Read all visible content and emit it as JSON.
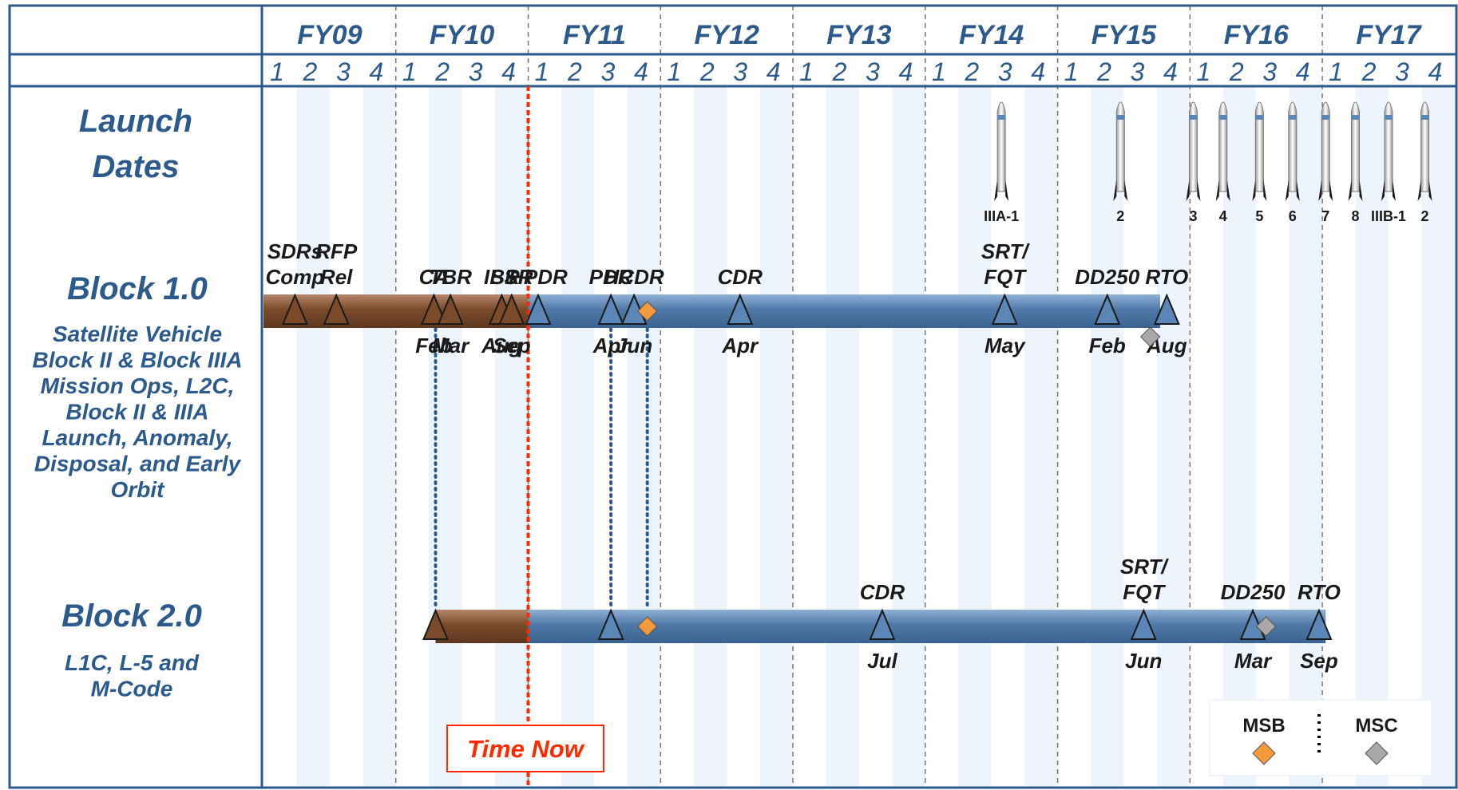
{
  "chart_data": {
    "type": "gantt-timeline",
    "fiscal_years": [
      "FY09",
      "FY10",
      "FY11",
      "FY12",
      "FY13",
      "FY14",
      "FY15",
      "FY16",
      "FY17"
    ],
    "quarters": [
      "1",
      "2",
      "3",
      "4"
    ],
    "time_now": {
      "label": "Time Now",
      "position_quarter": 8.0
    },
    "rows": {
      "launch": {
        "title_lines": [
          "Launch",
          "Dates"
        ]
      },
      "block1": {
        "title": "Block 1.0",
        "subtitle_lines": [
          "Satellite Vehicle",
          "Block II & Block IIIA",
          "Mission Ops, L2C,",
          "Block II & IIIA",
          "Launch, Anomaly,",
          "Disposal, and Early",
          "Orbit"
        ]
      },
      "block2": {
        "title": "Block 2.0",
        "subtitle_lines": [
          "L1C, L-5 and",
          "M-Code"
        ]
      }
    },
    "launches": [
      {
        "label": "IIIA-1",
        "quarter": 22.3
      },
      {
        "label": "2",
        "quarter": 25.9
      },
      {
        "label": "3",
        "quarter": 28.1
      },
      {
        "label": "4",
        "quarter": 29.0
      },
      {
        "label": "5",
        "quarter": 30.1
      },
      {
        "label": "6",
        "quarter": 31.1
      },
      {
        "label": "7",
        "quarter": 32.1
      },
      {
        "label": "8",
        "quarter": 33.0
      },
      {
        "label": "IIIB-1",
        "quarter": 34.0
      },
      {
        "label": "2",
        "quarter": 35.1
      }
    ],
    "bars": [
      {
        "row": "block1",
        "phase": "completed",
        "start": 0.0,
        "end": 8.0,
        "color": "#7a4a2a"
      },
      {
        "row": "block1",
        "phase": "planned",
        "start": 8.0,
        "end": 27.1,
        "color": "#4f79a8"
      },
      {
        "row": "block2",
        "phase": "completed",
        "start": 5.2,
        "end": 8.0,
        "color": "#7a4a2a"
      },
      {
        "row": "block2",
        "phase": "planned",
        "start": 8.0,
        "end": 32.1,
        "color": "#4f79a8"
      }
    ],
    "milestones": [
      {
        "row": "block1",
        "top_lines": [
          "SDRs",
          "Comp"
        ],
        "bottom": "",
        "quarter": 0.95,
        "kind": "complete"
      },
      {
        "row": "block1",
        "top_lines": [
          "RFP",
          "Rel"
        ],
        "bottom": "",
        "quarter": 2.2,
        "kind": "complete"
      },
      {
        "row": "block1",
        "top_lines": [
          "CA"
        ],
        "bottom": "Feb",
        "quarter": 5.15,
        "kind": "complete"
      },
      {
        "row": "block1",
        "top_lines": [
          "TBR"
        ],
        "bottom": "Mar",
        "quarter": 5.65,
        "kind": "complete"
      },
      {
        "row": "block1",
        "top_lines": [
          "IBR"
        ],
        "bottom": "Aug",
        "quarter": 7.2,
        "kind": "complete"
      },
      {
        "row": "block1",
        "top_lines": [
          "SSR"
        ],
        "bottom": "Sep",
        "quarter": 7.5,
        "kind": "complete"
      },
      {
        "row": "block1",
        "top_lines": [
          "HPDR"
        ],
        "bottom": "",
        "quarter": 8.3,
        "kind": "planned"
      },
      {
        "row": "block1",
        "top_lines": [
          "PDR"
        ],
        "bottom": "Apr",
        "quarter": 10.5,
        "kind": "planned"
      },
      {
        "row": "block1",
        "top_lines": [
          "HCDR"
        ],
        "bottom": "Jun",
        "quarter": 11.2,
        "kind": "planned"
      },
      {
        "row": "block1",
        "top_lines": [
          "CDR"
        ],
        "bottom": "Apr",
        "quarter": 14.4,
        "kind": "planned"
      },
      {
        "row": "block1",
        "top_lines": [
          "SRT/",
          "FQT"
        ],
        "bottom": "May",
        "quarter": 22.4,
        "kind": "planned"
      },
      {
        "row": "block1",
        "top_lines": [
          "DD250"
        ],
        "bottom": "Feb",
        "quarter": 25.5,
        "kind": "planned"
      },
      {
        "row": "block1",
        "top_lines": [
          "RTO"
        ],
        "bottom": "Aug",
        "quarter": 27.3,
        "kind": "planned"
      },
      {
        "row": "block2",
        "top_lines": [],
        "bottom": "",
        "quarter": 5.2,
        "kind": "complete"
      },
      {
        "row": "block2",
        "top_lines": [],
        "bottom": "",
        "quarter": 10.5,
        "kind": "planned"
      },
      {
        "row": "block2",
        "top_lines": [
          "CDR"
        ],
        "bottom": "Jul",
        "quarter": 18.7,
        "kind": "planned"
      },
      {
        "row": "block2",
        "top_lines": [
          "SRT/",
          "FQT"
        ],
        "bottom": "Jun",
        "quarter": 26.6,
        "kind": "planned"
      },
      {
        "row": "block2",
        "top_lines": [
          "DD250"
        ],
        "bottom": "Mar",
        "quarter": 29.9,
        "kind": "planned"
      },
      {
        "row": "block2",
        "top_lines": [
          "RTO"
        ],
        "bottom": "Sep",
        "quarter": 31.9,
        "kind": "planned"
      }
    ],
    "diamonds": [
      {
        "row": "block1",
        "type": "MSB",
        "quarter": 11.6
      },
      {
        "row": "block1",
        "type": "MSC",
        "quarter": 26.8
      },
      {
        "row": "block2",
        "type": "MSB",
        "quarter": 11.6
      },
      {
        "row": "block2",
        "type": "MSC",
        "quarter": 30.3
      }
    ],
    "dependencies": [
      {
        "quarter": 5.2,
        "from": "block1",
        "to": "block2"
      },
      {
        "quarter": 10.5,
        "from": "block1",
        "to": "block2"
      },
      {
        "quarter": 11.6,
        "from": "block1",
        "to": "block2"
      }
    ],
    "legend": [
      {
        "label": "MSB",
        "color": "#f59a3c"
      },
      {
        "label": "MSC",
        "color": "#a8a8a8"
      }
    ],
    "colors": {
      "header_text": "#2c5a8c",
      "frame": "#2c5a8c",
      "completed_bar": "#7a4a2a",
      "planned_bar": "#4f79a8",
      "time_now": "#ff2a00",
      "stripe": "#eef4fb"
    }
  }
}
